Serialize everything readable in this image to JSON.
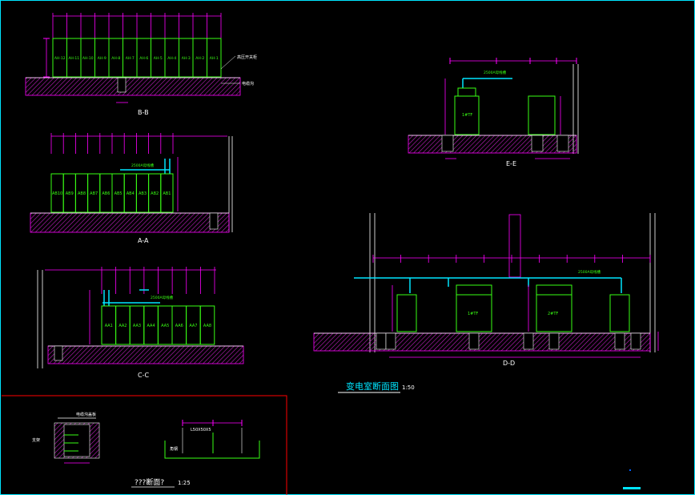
{
  "drawing": {
    "title": "变电室断面图",
    "title_scale": "1:50",
    "subtitle": "???断面?",
    "subtitle_scale": "1:25"
  },
  "sections": {
    "bb": {
      "label": "B-B",
      "cabinets": [
        "AH-12",
        "AH-11",
        "AH-10",
        "AH-9",
        "AH-8",
        "AH-7",
        "AH-6",
        "AH-5",
        "AH-4",
        "AH-3",
        "AH-2",
        "AH-1"
      ],
      "note_top": "高压开关柜",
      "note_bottom": "电缆沟"
    },
    "aa": {
      "label": "A-A",
      "cabinets": [
        "AB10",
        "AB9",
        "AB8",
        "AB7",
        "AB6",
        "AB5",
        "AB4",
        "AB3",
        "AB2",
        "AB1"
      ],
      "busbar": "2500A母线槽"
    },
    "cc": {
      "label": "C-C",
      "cabinets": [
        "AA1",
        "AA2",
        "AA3",
        "AA4",
        "AA5",
        "AA6",
        "AA7",
        "AA8"
      ],
      "busbar": "2500A母线槽"
    },
    "ee": {
      "label": "E-E",
      "transformer": "1#TF",
      "busbar": "2500A母线槽"
    },
    "dd": {
      "label": "D-D",
      "transformers": [
        "1#TF",
        "2#TF"
      ],
      "busbar": "2500A母线槽"
    },
    "trench": {
      "left_note": "电缆沟盖板",
      "left_note2": "支架",
      "right_note": "L50X50X5",
      "right_note2": "角钢"
    }
  },
  "colors": {
    "background": "#000000",
    "equipment": "#39ff14",
    "dimension": "#ff00ff",
    "hatch": "#ff00ff",
    "busbar": "#00e5ff",
    "border": "#ff0000",
    "text": "#ffffff"
  }
}
